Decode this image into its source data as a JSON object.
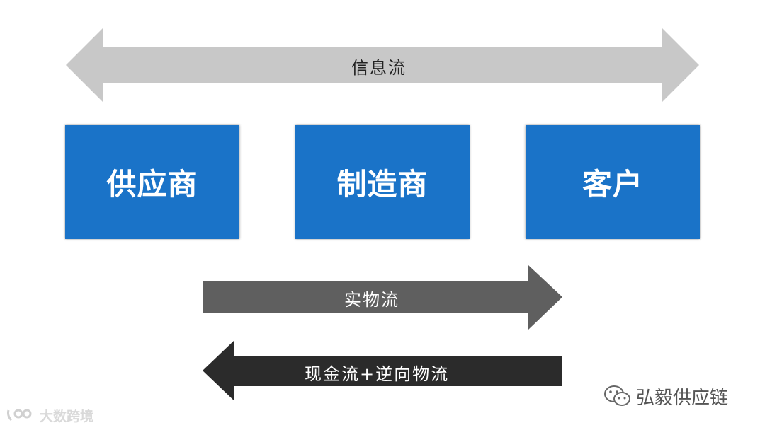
{
  "flows": {
    "info": {
      "label": "信息流",
      "color": "#c8c8c8",
      "text_color": "#222222"
    },
    "physical": {
      "label": "实物流",
      "color": "#5f5f5f",
      "text_color": "#ffffff"
    },
    "cash": {
      "label": "现金流+逆向物流",
      "color": "#2b2b2b",
      "text_color": "#ffffff"
    }
  },
  "nodes": {
    "supplier": {
      "label": "供应商"
    },
    "manufacturer": {
      "label": "制造商"
    },
    "customer": {
      "label": "客户"
    }
  },
  "colors": {
    "node_fill": "#1a73c8",
    "node_text": "#ffffff"
  },
  "watermarks": {
    "right": {
      "label": "弘毅供应链",
      "icon": "wechat-icon"
    },
    "left": {
      "label": "大数跨境",
      "icon": "logo-icon"
    }
  }
}
